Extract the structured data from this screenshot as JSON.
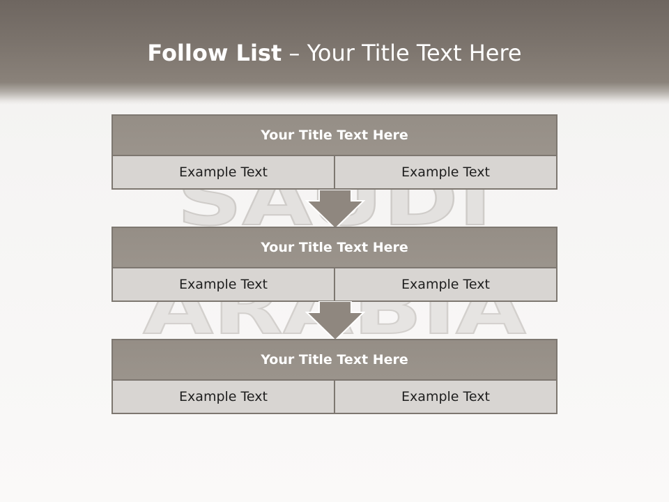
{
  "header": {
    "title_bold": "Follow List",
    "title_rest": " – Your Title Text Here"
  },
  "watermark": {
    "line1": "SAUDI",
    "line2": "ARABIA"
  },
  "blocks": [
    {
      "title": "Your Title Text Here",
      "left": "Example Text",
      "right": "Example Text"
    },
    {
      "title": "Your Title Text Here",
      "left": "Example Text",
      "right": "Example Text"
    },
    {
      "title": "Your Title Text Here",
      "left": "Example Text",
      "right": "Example Text"
    }
  ],
  "colors": {
    "header": "#7b736c",
    "block_title": "#978f87",
    "block_cell": "#d8d5d2",
    "arrow": "#8f877f"
  },
  "icons": {
    "connector": "down-arrow-icon"
  }
}
